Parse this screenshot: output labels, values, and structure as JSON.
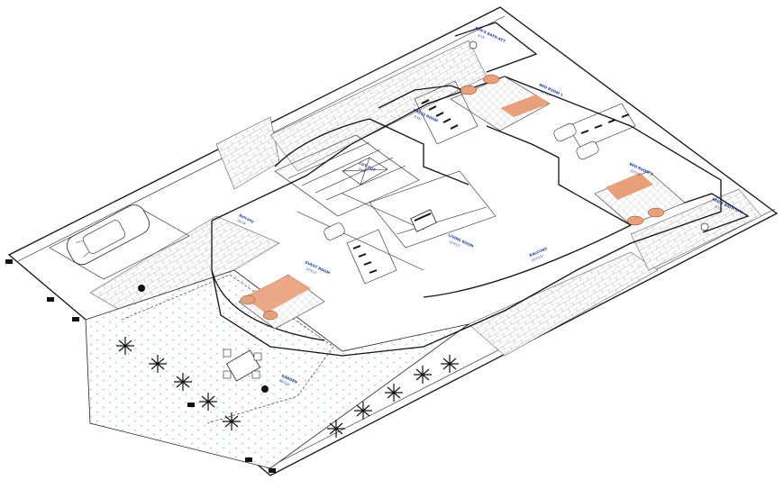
{
  "drawing": {
    "rooms": [
      {
        "id": "bed-bath-top",
        "name": "BED'S BATH ATT.",
        "dim": "8'X5'"
      },
      {
        "id": "bedroom-1",
        "name": "BED ROOM 1",
        "dim": "10'X13'"
      },
      {
        "id": "dress-room",
        "name": "DRESS ROOM",
        "dim": "8'X6'"
      },
      {
        "id": "cut-out",
        "name": "CUT OUT",
        "dim": "5'X5'"
      },
      {
        "id": "bedroom-2",
        "name": "BED ROOM 2",
        "dim": "10'X12'"
      },
      {
        "id": "bed-bath-right",
        "name": "BED'S BATH ATT.",
        "dim": "8'X5'"
      },
      {
        "id": "balcony-left",
        "name": "Balcony",
        "dim": "10'X4'"
      },
      {
        "id": "living-room",
        "name": "LIVING ROOM",
        "dim": "15'X15'"
      },
      {
        "id": "guest-room",
        "name": "GUEST ROOM",
        "dim": "10'X12'"
      },
      {
        "id": "balcony-right",
        "name": "BALCONY",
        "dim": "20'X5'6\""
      },
      {
        "id": "garden",
        "name": "GARDEN",
        "dim": "30'X25'"
      }
    ],
    "colors": {
      "wall": "#111111",
      "label": "#1f3f9a",
      "lawn": "#1aa37a",
      "bedspread": "#e8a07a",
      "paving": "#d9d9d9"
    }
  }
}
